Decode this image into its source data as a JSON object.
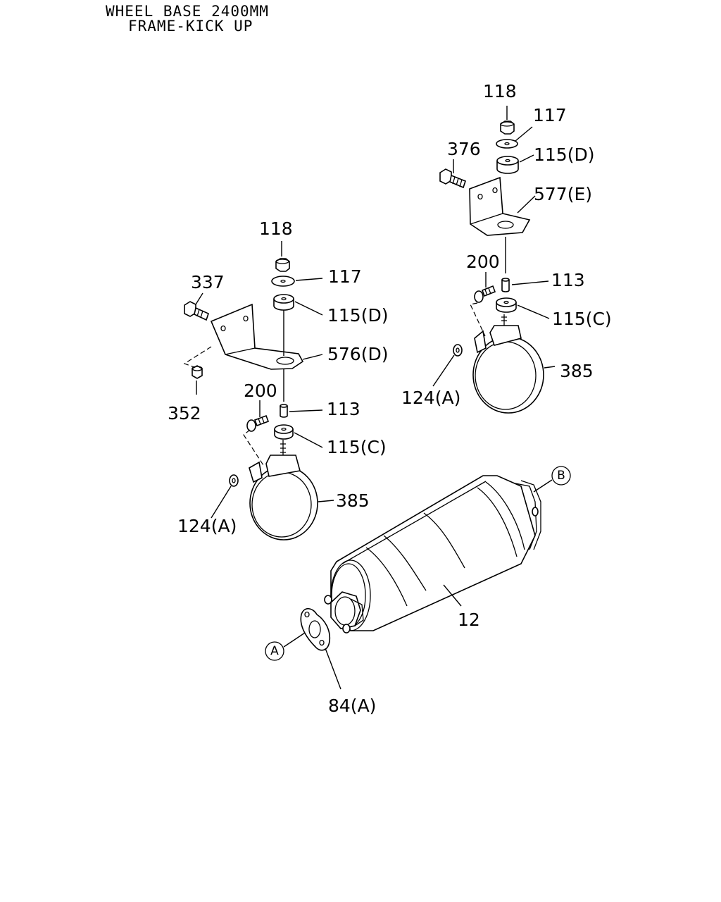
{
  "header": {
    "line1": "WHEEL BASE 2400MM",
    "line2": "FRAME-KICK UP"
  },
  "labels": {
    "r_118": "118",
    "r_117": "117",
    "r_376": "376",
    "r_115d": "115(D)",
    "r_577e": "577(E)",
    "r_200": "200",
    "r_113": "113",
    "r_115c": "115(C)",
    "r_124a": "124(A)",
    "r_385": "385",
    "l_118": "118",
    "l_117": "117",
    "l_337": "337",
    "l_115d": "115(D)",
    "l_576d": "576(D)",
    "l_352": "352",
    "l_200": "200",
    "l_113": "113",
    "l_115c": "115(C)",
    "l_124a": "124(A)",
    "l_385": "385",
    "p_12": "12",
    "p_84a": "84(A)",
    "ref_a": "A",
    "ref_b": "B"
  }
}
